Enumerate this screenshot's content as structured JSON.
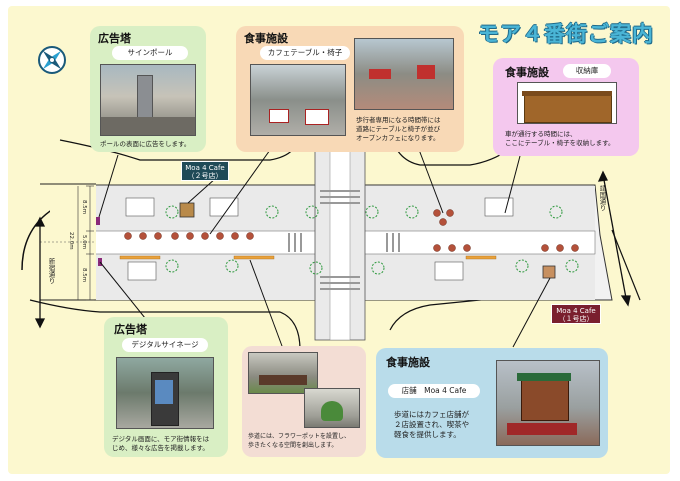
{
  "title": "モア４番街ご案内",
  "panels": {
    "ad_tower_top": {
      "heading": "広告塔",
      "pill": "サインポール",
      "text": "ポールの表面に広告をします。"
    },
    "food_top": {
      "heading": "食事施設",
      "pill": "カフェテーブル・椅子",
      "text_lines": [
        "歩行者専用になる時間帯には",
        "道路にテーブルと椅子が並び",
        "オープンカフェになります。"
      ]
    },
    "food_storage": {
      "heading": "食事施設",
      "pill": "収納庫",
      "text_lines": [
        "車が通行する時間には、",
        "ここにテーブル・椅子を収納します。"
      ]
    },
    "ad_tower_bottom": {
      "heading": "広告塔",
      "pill": "デジタルサイネージ",
      "text_lines": [
        "デジタル画面に、モア街情報をは",
        "じめ、様々な広告を掲載します。"
      ]
    },
    "planters": {
      "text_lines": [
        "歩道には、フラワーポットを設置し、",
        "歩きたくなる空間を創出します。"
      ]
    },
    "food_cafe": {
      "heading": "食事施設",
      "pill": "店舗　Moa 4 Cafe",
      "text_lines": [
        "歩道にはカフェ店舗が",
        "２店設置され、喫茶や",
        "軽食を提供します。"
      ]
    }
  },
  "map": {
    "sign_store2_line1": "Moa 4 Cafe",
    "sign_store2_line2": "（２号店）",
    "sign_store1_line1": "Moa 4 Cafe",
    "sign_store1_line2": "（１号店）",
    "street_left": "新宿通り",
    "street_right": "靖国通り",
    "dim_top": "8.5m",
    "dim_mid": "5.0m",
    "dim_total": "22.0m",
    "dim_bottom": "8.5m"
  },
  "colors": {
    "board": "#fcf8cf",
    "panel_green": "#d9efc4",
    "panel_orange": "#f8d9b6",
    "panel_pink": "#f4c8ee",
    "panel_beige": "#f3ddd4",
    "panel_blue": "#b9dcea",
    "title": "#4ab5d6"
  }
}
